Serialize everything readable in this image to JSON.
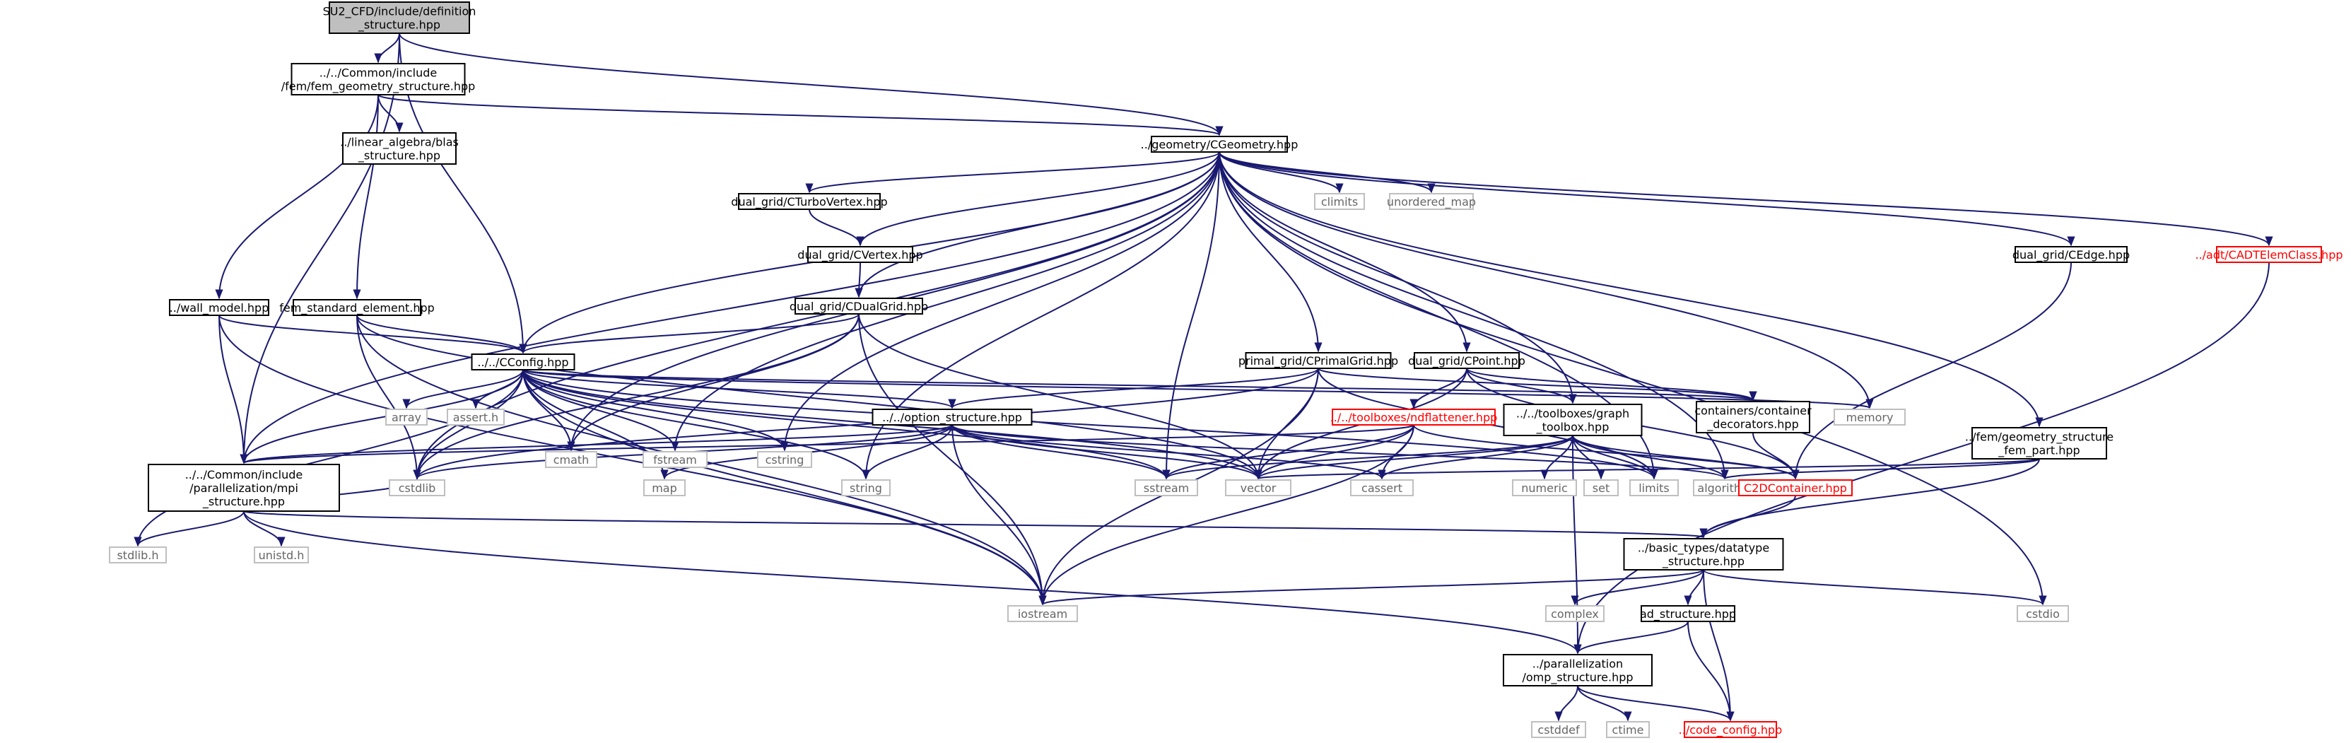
{
  "styles": {
    "root": {
      "fill": "#bfbfbf",
      "stroke": "#000000",
      "text": "#000000"
    },
    "normal": {
      "fill": "#ffffff",
      "stroke": "#000000",
      "text": "#000000"
    },
    "sys": {
      "fill": "#ffffff",
      "stroke": "#bfbfbf",
      "text": "#666666"
    },
    "trunc": {
      "fill": "#ffffff",
      "stroke": "#ff0000",
      "text": "#ff0000"
    },
    "edge_color": "#191970"
  },
  "nodes": [
    {
      "id": "root",
      "lines": [
        "SU2_CFD/include/definition",
        "_structure.hpp"
      ],
      "kind": "root"
    },
    {
      "id": "fem_geom",
      "lines": [
        "../../Common/include",
        "/fem/fem_geometry_structure.hpp"
      ],
      "kind": "normal"
    },
    {
      "id": "blas",
      "lines": [
        "../linear_algebra/blas",
        "_structure.hpp"
      ],
      "kind": "normal"
    },
    {
      "id": "cgeom",
      "lines": [
        "../geometry/CGeometry.hpp"
      ],
      "kind": "normal"
    },
    {
      "id": "turbovertex",
      "lines": [
        "dual_grid/CTurboVertex.hpp"
      ],
      "kind": "normal"
    },
    {
      "id": "cvertex",
      "lines": [
        "dual_grid/CVertex.hpp"
      ],
      "kind": "normal"
    },
    {
      "id": "cdualgrid",
      "lines": [
        "dual_grid/CDualGrid.hpp"
      ],
      "kind": "normal"
    },
    {
      "id": "climits",
      "lines": [
        "climits"
      ],
      "kind": "sys"
    },
    {
      "id": "unordered_map",
      "lines": [
        "unordered_map"
      ],
      "kind": "sys"
    },
    {
      "id": "cedge",
      "lines": [
        "dual_grid/CEdge.hpp"
      ],
      "kind": "normal"
    },
    {
      "id": "cadt",
      "lines": [
        "../adt/CADTElemClass.hpp"
      ],
      "kind": "trunc"
    },
    {
      "id": "wall_model",
      "lines": [
        "../wall_model.hpp"
      ],
      "kind": "normal"
    },
    {
      "id": "fem_std",
      "lines": [
        "fem_standard_element.hpp"
      ],
      "kind": "normal"
    },
    {
      "id": "cconfig",
      "lines": [
        "../../CConfig.hpp"
      ],
      "kind": "normal"
    },
    {
      "id": "primal",
      "lines": [
        "primal_grid/CPrimalGrid.hpp"
      ],
      "kind": "normal"
    },
    {
      "id": "cpoint",
      "lines": [
        "dual_grid/CPoint.hpp"
      ],
      "kind": "normal"
    },
    {
      "id": "fem_part",
      "lines": [
        "../fem/geometry_structure",
        "_fem_part.hpp"
      ],
      "kind": "normal"
    },
    {
      "id": "array",
      "lines": [
        "array"
      ],
      "kind": "sys"
    },
    {
      "id": "asserth",
      "lines": [
        "assert.h"
      ],
      "kind": "sys"
    },
    {
      "id": "cmath",
      "lines": [
        "cmath"
      ],
      "kind": "sys"
    },
    {
      "id": "fstream",
      "lines": [
        "fstream"
      ],
      "kind": "sys"
    },
    {
      "id": "cstring",
      "lines": [
        "cstring"
      ],
      "kind": "sys"
    },
    {
      "id": "option",
      "lines": [
        "../../option_structure.hpp"
      ],
      "kind": "normal"
    },
    {
      "id": "ndflattener",
      "lines": [
        "../../toolboxes/ndflattener.hpp"
      ],
      "kind": "trunc"
    },
    {
      "id": "graph",
      "lines": [
        "../../toolboxes/graph",
        "_toolbox.hpp"
      ],
      "kind": "normal"
    },
    {
      "id": "containers",
      "lines": [
        "containers/container",
        "_decorators.hpp"
      ],
      "kind": "normal"
    },
    {
      "id": "memory",
      "lines": [
        "memory"
      ],
      "kind": "sys"
    },
    {
      "id": "mpi",
      "lines": [
        "../../Common/include",
        "/parallelization/mpi",
        "_structure.hpp"
      ],
      "kind": "normal"
    },
    {
      "id": "cstdlib",
      "lines": [
        "cstdlib"
      ],
      "kind": "sys"
    },
    {
      "id": "map",
      "lines": [
        "map"
      ],
      "kind": "sys"
    },
    {
      "id": "string",
      "lines": [
        "string"
      ],
      "kind": "sys"
    },
    {
      "id": "sstream",
      "lines": [
        "sstream"
      ],
      "kind": "sys"
    },
    {
      "id": "vector",
      "lines": [
        "vector"
      ],
      "kind": "sys"
    },
    {
      "id": "cassert",
      "lines": [
        "cassert"
      ],
      "kind": "sys"
    },
    {
      "id": "numeric",
      "lines": [
        "numeric"
      ],
      "kind": "sys"
    },
    {
      "id": "set",
      "lines": [
        "set"
      ],
      "kind": "sys"
    },
    {
      "id": "limits",
      "lines": [
        "limits"
      ],
      "kind": "sys"
    },
    {
      "id": "algorithm",
      "lines": [
        "algorithm"
      ],
      "kind": "sys"
    },
    {
      "id": "c2d",
      "lines": [
        "C2DContainer.hpp"
      ],
      "kind": "trunc"
    },
    {
      "id": "stdlibh",
      "lines": [
        "stdlib.h"
      ],
      "kind": "sys"
    },
    {
      "id": "unistdh",
      "lines": [
        "unistd.h"
      ],
      "kind": "sys"
    },
    {
      "id": "datatype",
      "lines": [
        "../basic_types/datatype",
        "_structure.hpp"
      ],
      "kind": "normal"
    },
    {
      "id": "iostream",
      "lines": [
        "iostream"
      ],
      "kind": "sys"
    },
    {
      "id": "complex",
      "lines": [
        "complex"
      ],
      "kind": "sys"
    },
    {
      "id": "ad",
      "lines": [
        "ad_structure.hpp"
      ],
      "kind": "normal"
    },
    {
      "id": "cstdio",
      "lines": [
        "cstdio"
      ],
      "kind": "sys"
    },
    {
      "id": "omp",
      "lines": [
        "../parallelization",
        "/omp_structure.hpp"
      ],
      "kind": "normal"
    },
    {
      "id": "cstddef",
      "lines": [
        "cstddef"
      ],
      "kind": "sys"
    },
    {
      "id": "ctime",
      "lines": [
        "ctime"
      ],
      "kind": "sys"
    },
    {
      "id": "code_config",
      "lines": [
        "../code_config.hpp"
      ],
      "kind": "trunc"
    }
  ],
  "edges": [
    [
      "root",
      "fem_geom"
    ],
    [
      "root",
      "cgeom"
    ],
    [
      "root",
      "cconfig"
    ],
    [
      "root",
      "mpi"
    ],
    [
      "fem_geom",
      "blas"
    ],
    [
      "fem_geom",
      "cgeom"
    ],
    [
      "fem_geom",
      "wall_model"
    ],
    [
      "fem_geom",
      "fem_std"
    ],
    [
      "cgeom",
      "turbovertex"
    ],
    [
      "cgeom",
      "cvertex"
    ],
    [
      "cgeom",
      "cdualgrid"
    ],
    [
      "cgeom",
      "climits"
    ],
    [
      "cgeom",
      "unordered_map"
    ],
    [
      "cgeom",
      "cedge"
    ],
    [
      "cgeom",
      "cadt"
    ],
    [
      "cgeom",
      "cconfig"
    ],
    [
      "cgeom",
      "primal"
    ],
    [
      "cgeom",
      "cpoint"
    ],
    [
      "cgeom",
      "fem_part"
    ],
    [
      "cgeom",
      "mpi"
    ],
    [
      "cgeom",
      "cmath"
    ],
    [
      "cgeom",
      "fstream"
    ],
    [
      "cgeom",
      "cstring"
    ],
    [
      "cgeom",
      "string"
    ],
    [
      "cgeom",
      "sstream"
    ],
    [
      "cgeom",
      "memory"
    ],
    [
      "cgeom",
      "graph"
    ],
    [
      "cgeom",
      "limits"
    ],
    [
      "cgeom",
      "algorithm"
    ],
    [
      "cgeom",
      "cstdio"
    ],
    [
      "cgeom",
      "cstdlib"
    ],
    [
      "turbovertex",
      "cvertex"
    ],
    [
      "cvertex",
      "cdualgrid"
    ],
    [
      "cdualgrid",
      "cconfig"
    ],
    [
      "cdualgrid",
      "cmath"
    ],
    [
      "cdualgrid",
      "cstdlib"
    ],
    [
      "cdualgrid",
      "vector"
    ],
    [
      "cdualgrid",
      "iostream"
    ],
    [
      "wall_model",
      "cconfig"
    ],
    [
      "wall_model",
      "mpi"
    ],
    [
      "wall_model",
      "iostream"
    ],
    [
      "fem_std",
      "cconfig"
    ],
    [
      "fem_std",
      "cstdlib"
    ],
    [
      "fem_std",
      "vector"
    ],
    [
      "fem_std",
      "iostream"
    ],
    [
      "cconfig",
      "mpi"
    ],
    [
      "cconfig",
      "array"
    ],
    [
      "cconfig",
      "asserth"
    ],
    [
      "cconfig",
      "cmath"
    ],
    [
      "cconfig",
      "fstream"
    ],
    [
      "cconfig",
      "cstring"
    ],
    [
      "cconfig",
      "option"
    ],
    [
      "cconfig",
      "containers"
    ],
    [
      "cconfig",
      "memory"
    ],
    [
      "cconfig",
      "cstdlib"
    ],
    [
      "cconfig",
      "map"
    ],
    [
      "cconfig",
      "string"
    ],
    [
      "cconfig",
      "sstream"
    ],
    [
      "cconfig",
      "vector"
    ],
    [
      "cconfig",
      "limits"
    ],
    [
      "cconfig",
      "stdlibh"
    ],
    [
      "cconfig",
      "iostream"
    ],
    [
      "primal",
      "option"
    ],
    [
      "primal",
      "vector"
    ],
    [
      "primal",
      "iostream"
    ],
    [
      "primal",
      "limits"
    ],
    [
      "primal",
      "cstdlib"
    ],
    [
      "primal",
      "containers"
    ],
    [
      "cpoint",
      "ndflattener"
    ],
    [
      "cpoint",
      "graph"
    ],
    [
      "cpoint",
      "containers"
    ],
    [
      "cpoint",
      "c2d"
    ],
    [
      "cpoint",
      "vector"
    ],
    [
      "option",
      "mpi"
    ],
    [
      "option",
      "map"
    ],
    [
      "option",
      "string"
    ],
    [
      "option",
      "sstream"
    ],
    [
      "option",
      "vector"
    ],
    [
      "option",
      "cassert"
    ],
    [
      "option",
      "algorithm"
    ],
    [
      "option",
      "iostream"
    ],
    [
      "option",
      "cstdlib"
    ],
    [
      "ndflattener",
      "mpi"
    ],
    [
      "ndflattener",
      "vector"
    ],
    [
      "ndflattener",
      "sstream"
    ],
    [
      "ndflattener",
      "cassert"
    ],
    [
      "ndflattener",
      "c2d"
    ],
    [
      "ndflattener",
      "iostream"
    ],
    [
      "graph",
      "vector"
    ],
    [
      "graph",
      "numeric"
    ],
    [
      "graph",
      "set"
    ],
    [
      "graph",
      "limits"
    ],
    [
      "graph",
      "algorithm"
    ],
    [
      "graph",
      "cassert"
    ],
    [
      "graph",
      "c2d"
    ],
    [
      "graph",
      "omp"
    ],
    [
      "graph",
      "sstream"
    ],
    [
      "containers",
      "c2d"
    ],
    [
      "fem_part",
      "vector"
    ],
    [
      "fem_part",
      "datatype"
    ],
    [
      "fem_part",
      "algorithm"
    ],
    [
      "cedge",
      "c2d"
    ],
    [
      "cadt",
      "omp"
    ],
    [
      "mpi",
      "stdlibh"
    ],
    [
      "mpi",
      "unistdh"
    ],
    [
      "mpi",
      "datatype"
    ],
    [
      "mpi",
      "omp"
    ],
    [
      "mpi",
      "cstdlib"
    ],
    [
      "c2d",
      "datatype"
    ],
    [
      "datatype",
      "iostream"
    ],
    [
      "datatype",
      "complex"
    ],
    [
      "datatype",
      "cstdio"
    ],
    [
      "datatype",
      "ad"
    ],
    [
      "datatype",
      "code_config"
    ],
    [
      "ad",
      "omp"
    ],
    [
      "ad",
      "code_config"
    ],
    [
      "omp",
      "cstddef"
    ],
    [
      "omp",
      "ctime"
    ],
    [
      "omp",
      "code_config"
    ]
  ]
}
